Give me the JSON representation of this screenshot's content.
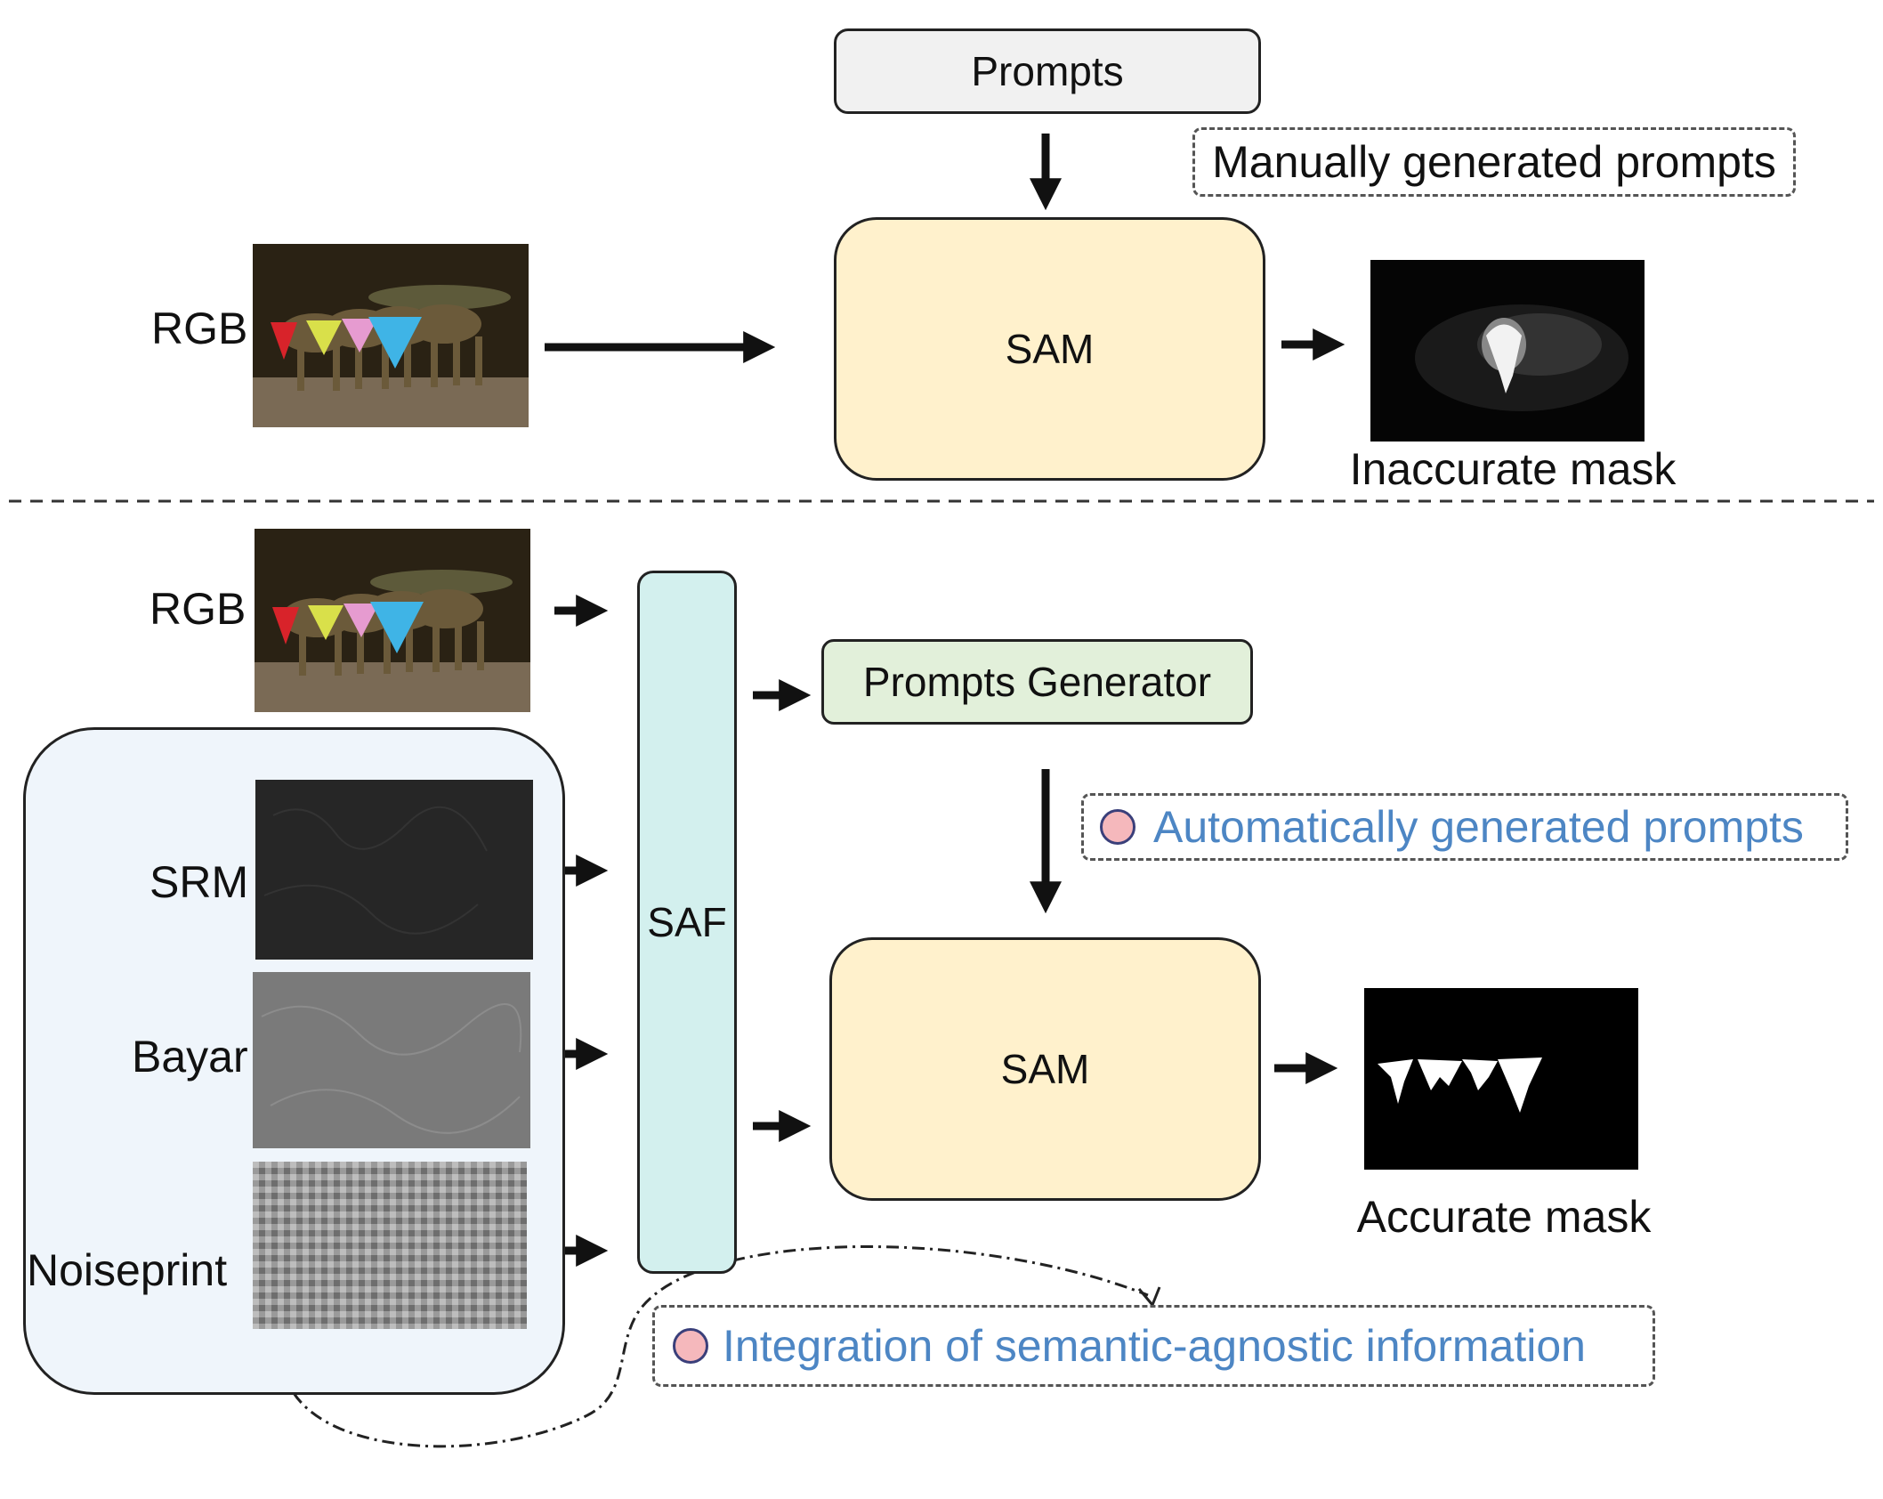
{
  "top": {
    "prompts_label": "Prompts",
    "manual_note": "Manually generated prompts",
    "rgb_label": "RGB",
    "sam_label": "SAM",
    "output_label": "Inaccurate mask"
  },
  "bottom": {
    "rgb_label": "RGB",
    "srm_label": "SRM",
    "bayar_label": "Bayar",
    "noiseprint_label": "Noiseprint",
    "saf_label": "SAF",
    "generator_label": "Prompts Generator",
    "auto_note": "Automatically generated prompts",
    "sam_label": "SAM",
    "output_label": "Accurate mask",
    "integration_note": "Integration of semantic-agnostic information"
  },
  "colors": {
    "sam_fill": "#fff1cc",
    "prompts_fill": "#f1f1f1",
    "generator_fill": "#e2f0da",
    "saf_fill": "#d3f0ee",
    "noise_panel_fill": "#eff5fb",
    "note_blue": "#4d86c4",
    "dot_fill": "#f5b8bc"
  }
}
